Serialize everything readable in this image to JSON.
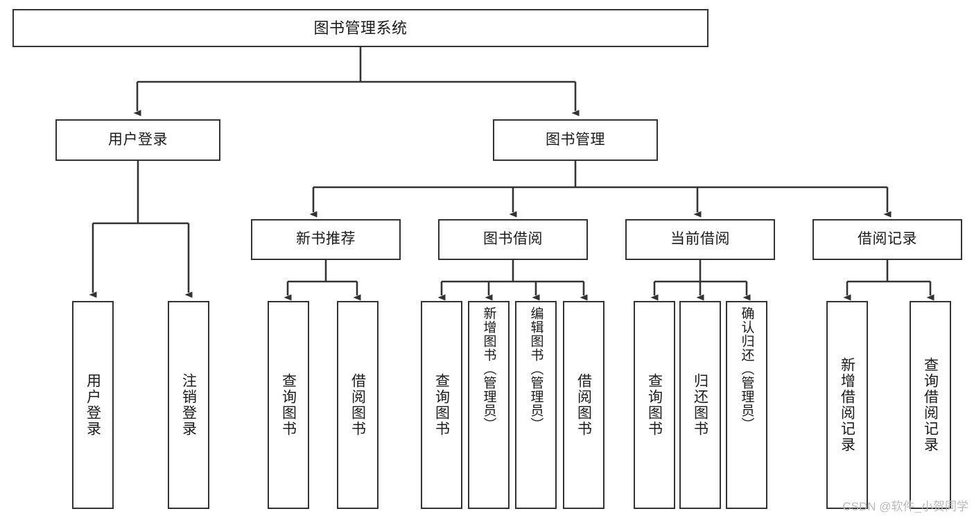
{
  "diagram": {
    "type": "tree-hierarchy-functional-decomposition",
    "title": "图书管理系统",
    "watermark": "CSDN @软件_小贺同学",
    "colors": {
      "stroke": "#333333",
      "box_fill": "#ffffff",
      "text": "#1b1b1b",
      "background": "#ffffff",
      "watermark": "#b9b9b9"
    },
    "levels": [
      {
        "level": 1,
        "nodes": [
          {
            "id": "root",
            "label": "图书管理系统",
            "orientation": "horizontal"
          }
        ]
      },
      {
        "level": 2,
        "nodes": [
          {
            "id": "user-login",
            "label": "用户登录",
            "orientation": "horizontal",
            "parent": "root"
          },
          {
            "id": "book-manage",
            "label": "图书管理",
            "orientation": "horizontal",
            "parent": "root"
          }
        ]
      },
      {
        "level": 3,
        "nodes": [
          {
            "id": "new-book-rec",
            "label": "新书推荐",
            "orientation": "horizontal",
            "parent": "book-manage"
          },
          {
            "id": "book-borrow",
            "label": "图书借阅",
            "orientation": "horizontal",
            "parent": "book-manage"
          },
          {
            "id": "current-borrow",
            "label": "当前借阅",
            "orientation": "horizontal",
            "parent": "book-manage"
          },
          {
            "id": "borrow-record",
            "label": "借阅记录",
            "orientation": "horizontal",
            "parent": "book-manage"
          }
        ]
      },
      {
        "level": 4,
        "nodes": [
          {
            "id": "leaf-user-login",
            "label": "用户登录",
            "orientation": "vertical",
            "parent": "user-login"
          },
          {
            "id": "leaf-logout",
            "label": "注销登录",
            "orientation": "vertical",
            "parent": "user-login"
          },
          {
            "id": "leaf-query-book-1",
            "label": "查询图书",
            "orientation": "vertical",
            "parent": "new-book-rec"
          },
          {
            "id": "leaf-borrow-book-1",
            "label": "借阅图书",
            "orientation": "vertical",
            "parent": "new-book-rec"
          },
          {
            "id": "leaf-query-book-2",
            "label": "查询图书",
            "orientation": "vertical",
            "parent": "book-borrow"
          },
          {
            "id": "leaf-add-book",
            "label": "新增图书（管理员）",
            "orientation": "vertical",
            "parent": "book-borrow"
          },
          {
            "id": "leaf-edit-book",
            "label": "编辑图书（管理员）",
            "orientation": "vertical",
            "parent": "book-borrow"
          },
          {
            "id": "leaf-borrow-book-2",
            "label": "借阅图书",
            "orientation": "vertical",
            "parent": "book-borrow"
          },
          {
            "id": "leaf-query-book-3",
            "label": "查询图书",
            "orientation": "vertical",
            "parent": "current-borrow"
          },
          {
            "id": "leaf-return-book",
            "label": "归还图书",
            "orientation": "vertical",
            "parent": "current-borrow"
          },
          {
            "id": "leaf-confirm-return",
            "label": "确认归还（管理员）",
            "orientation": "vertical",
            "parent": "current-borrow"
          },
          {
            "id": "leaf-add-record",
            "label": "新增借阅记录",
            "orientation": "vertical",
            "parent": "borrow-record"
          },
          {
            "id": "leaf-query-record",
            "label": "查询借阅记录",
            "orientation": "vertical",
            "parent": "borrow-record"
          }
        ]
      }
    ]
  }
}
